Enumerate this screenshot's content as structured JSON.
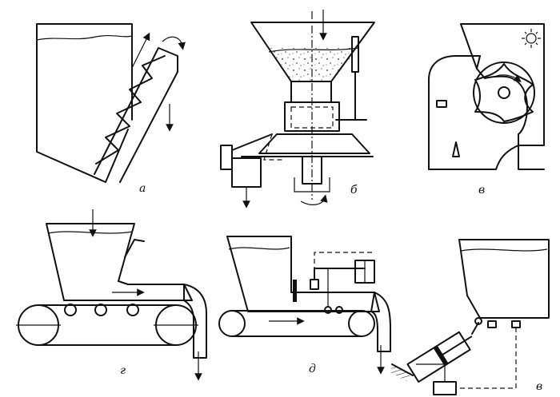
{
  "figure": {
    "panels": [
      {
        "id": "a",
        "label": "а",
        "content": "hopper-with-screw-feeder"
      },
      {
        "id": "b",
        "label": "б",
        "content": "hopper-with-rotary-disc-feeder"
      },
      {
        "id": "v",
        "label": "в",
        "content": "hopper-with-rotary-drum-feeder"
      },
      {
        "id": "g",
        "label": "г",
        "content": "hopper-with-belt-feeder"
      },
      {
        "id": "d",
        "label": "д",
        "content": "hopper-with-belt-feeder-and-level-control"
      },
      {
        "id": "e",
        "label": "в",
        "content": "hopper-with-pneumatic-gate-control"
      }
    ]
  }
}
